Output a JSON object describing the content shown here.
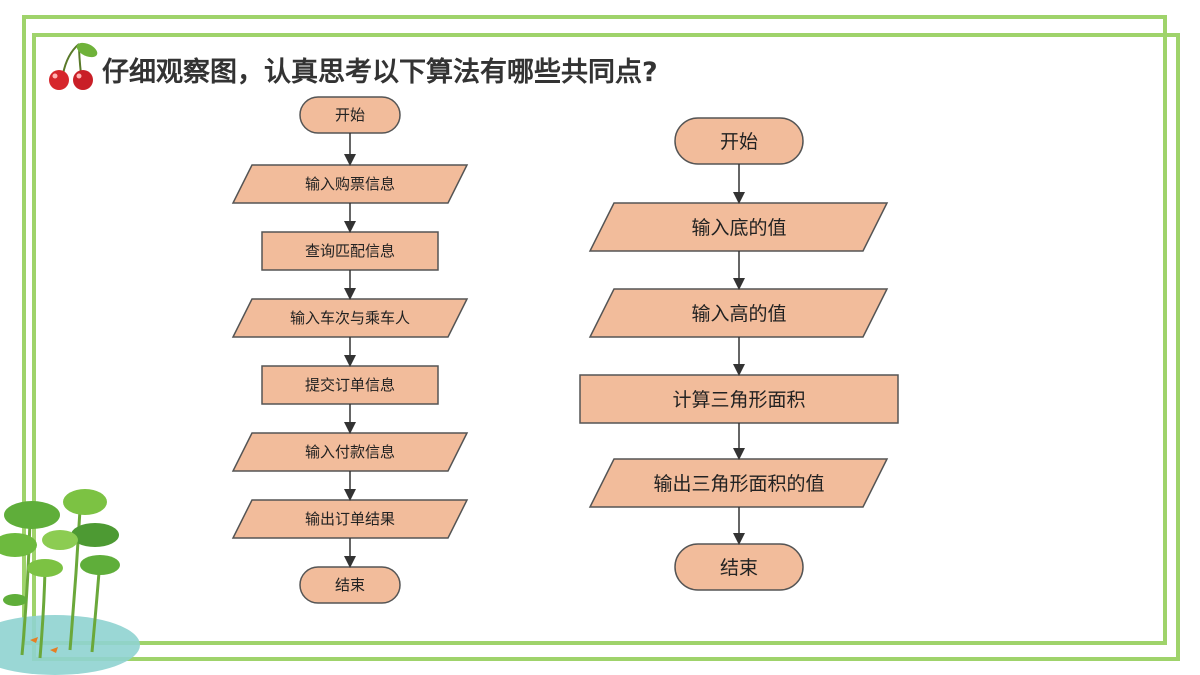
{
  "title": "仔细观察图，认真思考以下算法有哪些共同点?",
  "colors": {
    "frame": "#9fd36b",
    "node_fill": "#f2bc9b",
    "node_stroke": "#555555"
  },
  "icons": [
    "cherry-icon",
    "lotus-leaves-decoration"
  ],
  "flowchart_left": {
    "start": "开始",
    "steps": [
      "输入购票信息",
      "查询匹配信息",
      "输入车次与乘车人",
      "提交订单信息",
      "输入付款信息",
      "输出订单结果"
    ],
    "end": "结束"
  },
  "flowchart_right": {
    "start": "开始",
    "steps": [
      "输入底的值",
      "输入高的值",
      "计算三角形面积",
      "输出三角形面积的值"
    ],
    "end": "结束"
  }
}
